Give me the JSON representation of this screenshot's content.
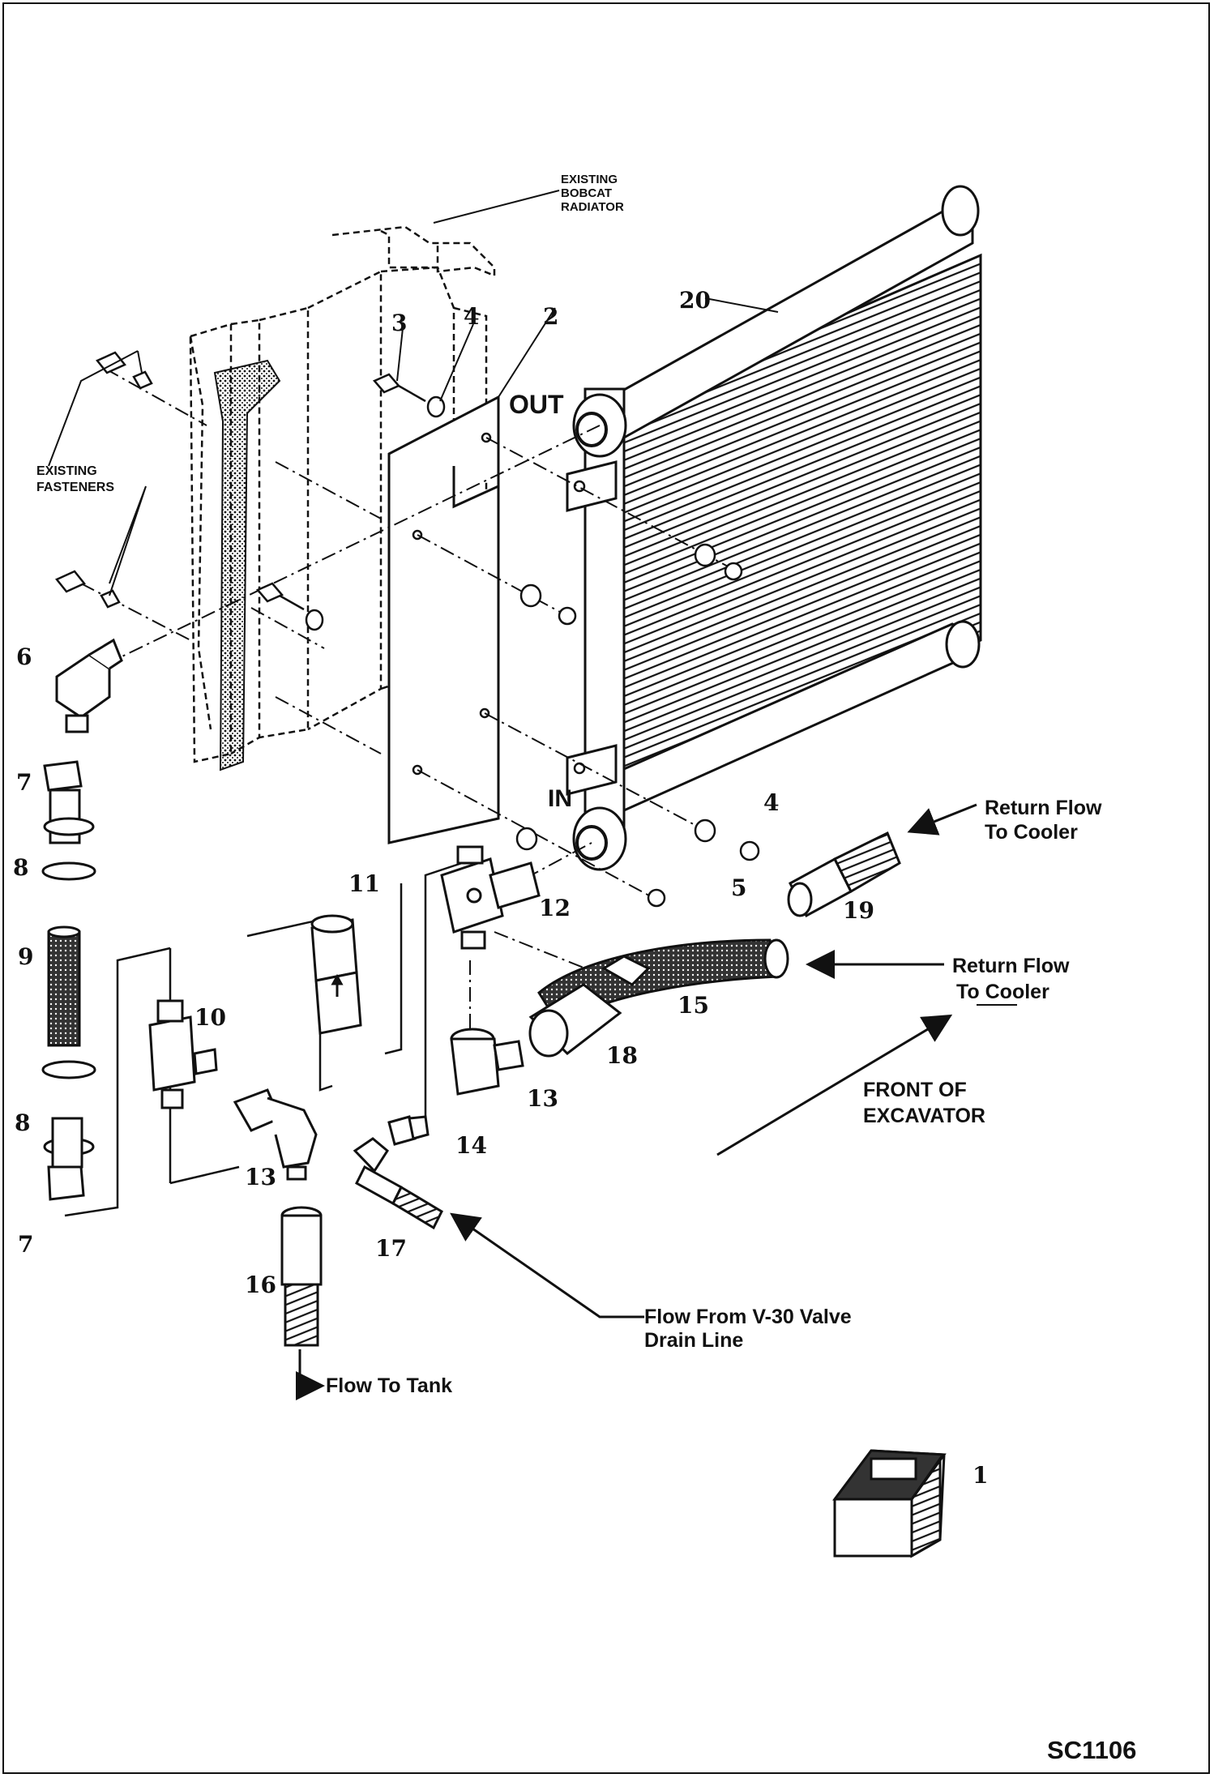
{
  "labels": {
    "existing_radiator": [
      "EXISTING",
      "BOBCAT",
      "RADIATOR"
    ],
    "existing_fasteners": [
      "EXISTING",
      "FASTENERS"
    ],
    "out": "OUT",
    "in": "IN",
    "return_flow_1": [
      "Return Flow",
      "To Cooler"
    ],
    "return_flow_2": [
      "Return Flow",
      "To Cooler"
    ],
    "front_of_excavator": [
      "FRONT OF",
      "EXCAVATOR"
    ],
    "flow_from_valve": [
      "Flow   From V-30 Valve",
      "Drain   Line"
    ],
    "flow_to_tank": "Flow To Tank",
    "drawing_number": "SC1106"
  },
  "callouts": {
    "n1": "1",
    "n2": "2",
    "n3": "3",
    "n4a": "4",
    "n4b": "4",
    "n5": "5",
    "n6": "6",
    "n7a": "7",
    "n7b": "7",
    "n8a": "8",
    "n8b": "8",
    "n9": "9",
    "n10": "10",
    "n11": "11",
    "n12": "12",
    "n13a": "13",
    "n13b": "13",
    "n14": "14",
    "n15": "15",
    "n16": "16",
    "n17": "17",
    "n18": "18",
    "n19": "19",
    "n20": "20"
  }
}
